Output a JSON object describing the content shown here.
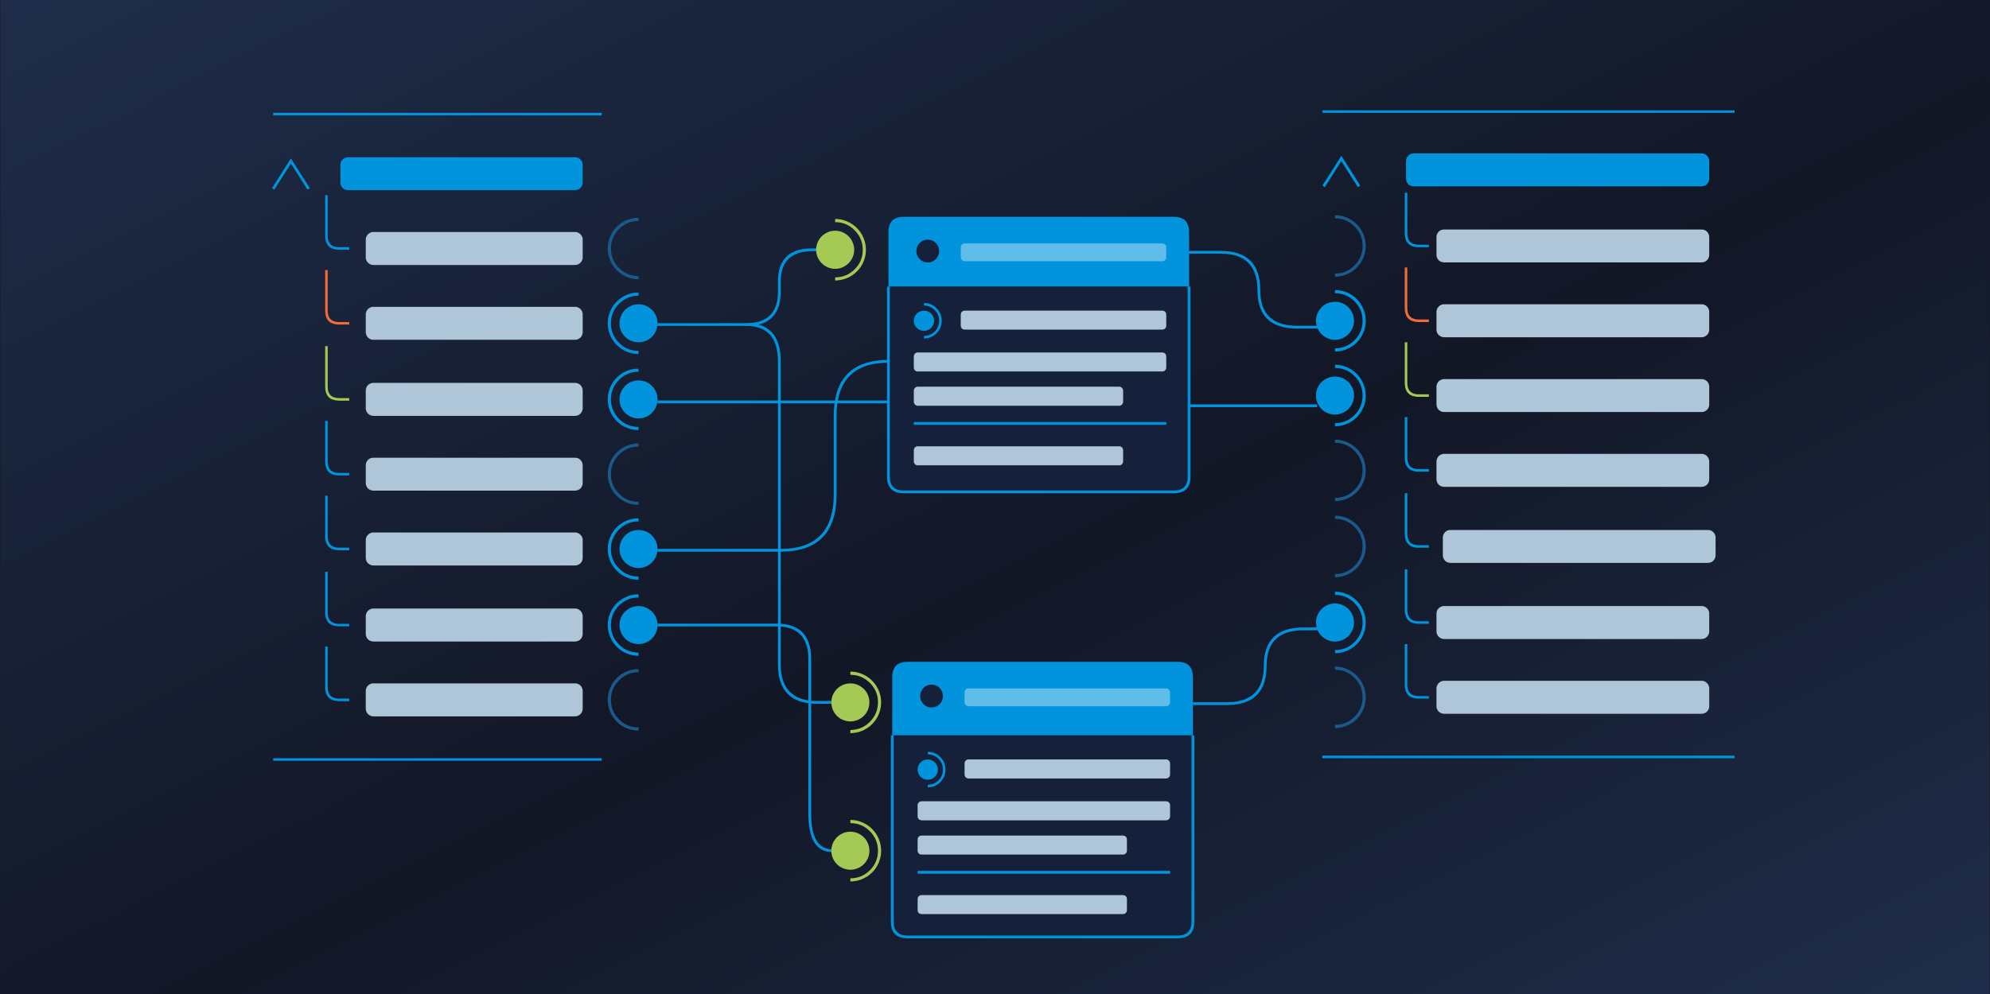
{
  "colors": {
    "background_light": "#1f2d4a",
    "background_dark": "#10131e",
    "accent_blue": "#0193dc",
    "header_bar_light": "#5fbdea",
    "row_bar": "#afc5d8",
    "accent_green": "#a5c955",
    "accent_orange": "#f26b3a",
    "inactive_port": "#1a5a8a",
    "card_dark": "#15203a"
  },
  "left_list": {
    "rows": [
      {
        "bracket": "blue",
        "port": "inactive"
      },
      {
        "bracket": "orange",
        "port": "active"
      },
      {
        "bracket": "green",
        "port": "active"
      },
      {
        "bracket": "blue",
        "port": "inactive"
      },
      {
        "bracket": "blue",
        "port": "active"
      },
      {
        "bracket": "blue",
        "port": "active"
      },
      {
        "bracket": "blue",
        "port": "inactive"
      }
    ]
  },
  "right_list": {
    "rows": [
      {
        "bracket": "blue",
        "port": "inactive"
      },
      {
        "bracket": "orange",
        "port": "active"
      },
      {
        "bracket": "green",
        "port": "active"
      },
      {
        "bracket": "blue",
        "port": "inactive"
      },
      {
        "bracket": "blue",
        "port": "inactive"
      },
      {
        "bracket": "blue",
        "port": "active"
      },
      {
        "bracket": "blue",
        "port": "inactive"
      }
    ]
  },
  "icons": [
    "chevron-up-icon",
    "connector-port-icon",
    "window-card-icon"
  ]
}
